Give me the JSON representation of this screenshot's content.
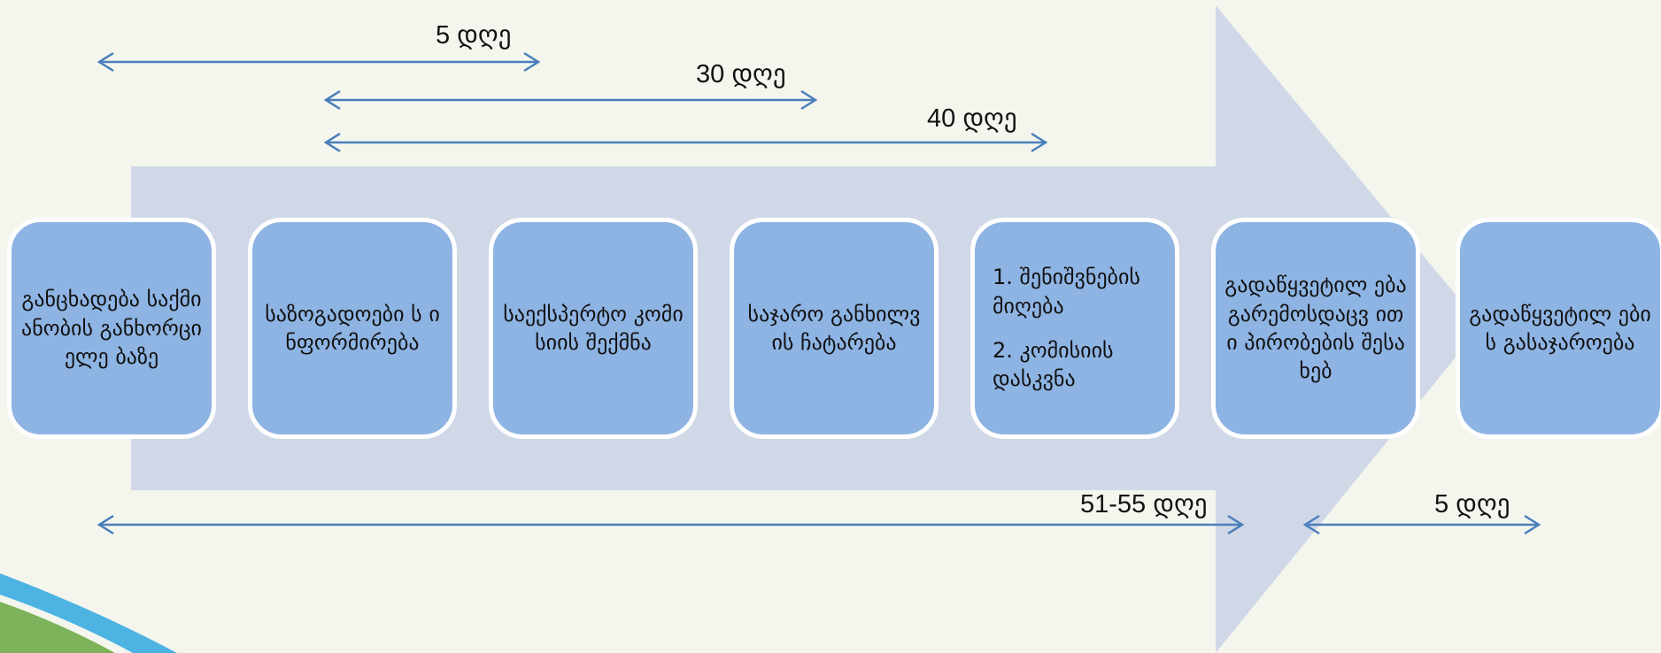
{
  "colors": {
    "background": "#f4f6ee",
    "arrow_band": "#d0d8e7",
    "box_fill": "#8eb4e3",
    "box_border": "#ffffff",
    "line": "#4a7ebb",
    "swoosh_blue": "#4cb3e3",
    "swoosh_green": "#7bb25a"
  },
  "stages": [
    {
      "lines": [
        "განცხადება საქმიანობის განხორციელე ბაზე"
      ]
    },
    {
      "lines": [
        "საზოგადოები ს ინფორმირება"
      ]
    },
    {
      "lines": [
        "საექსპერტო კომისიის შექმნა"
      ]
    },
    {
      "lines": [
        "საჯარო განხილვის ჩატარება"
      ]
    },
    {
      "lines": [
        "1. შენიშვნების მიღება",
        "2. კომისიის დასკვნა"
      ]
    },
    {
      "lines": [
        "გადაწყვეტილ ება გარემოსდაცვ ითი პირობების შესახებ"
      ]
    },
    {
      "lines": [
        "გადაწყვეტილ ების გასაჯაროება"
      ]
    }
  ],
  "durations": [
    {
      "label": "5 დღე"
    },
    {
      "label": "30 დღე"
    },
    {
      "label": "40 დღე"
    },
    {
      "label": "51-55 დღე"
    },
    {
      "label": "5 დღე"
    }
  ]
}
